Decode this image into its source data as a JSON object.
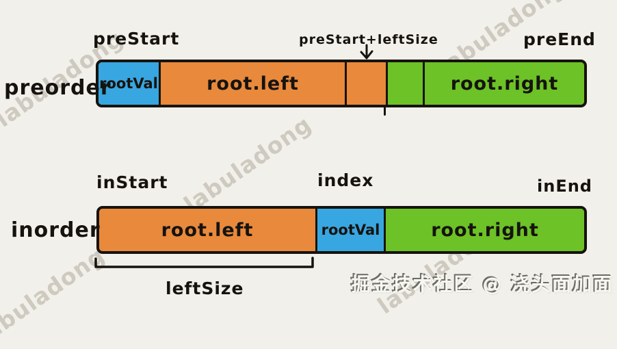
{
  "watermark": {
    "text": "labuladong"
  },
  "credit": {
    "text": "掘金技术社区 @ 浇头面加面"
  },
  "colors": {
    "background": "#f2f0ea",
    "blue": "#38a6e0",
    "orange": "#e8893c",
    "green": "#6cc226",
    "outline": "#16130f",
    "watermark": "#a8a092",
    "credit_fill": "#f8f7f1",
    "credit_shadow": "#6c6c66"
  },
  "preorder": {
    "row_label": "preorder",
    "pointer_labels": {
      "start": "preStart",
      "mid": "preStart+leftSize",
      "end": "preEnd"
    },
    "segments": [
      {
        "id": "root-val",
        "label": "rootVal",
        "color": "#38a6e0"
      },
      {
        "id": "left-subtree",
        "label": "root.left",
        "color": "#e8893c"
      },
      {
        "id": "left-last-cell",
        "label": "",
        "color": "#e8893c"
      },
      {
        "id": "right-first-cell",
        "label": "",
        "color": "#6cc226"
      },
      {
        "id": "right-subtree",
        "label": "root.right",
        "color": "#6cc226"
      }
    ]
  },
  "inorder": {
    "row_label": "inorder",
    "pointer_labels": {
      "start": "inStart",
      "mid": "index",
      "end": "inEnd"
    },
    "segments": [
      {
        "id": "left-subtree",
        "label": "root.left",
        "color": "#e8893c"
      },
      {
        "id": "root-val",
        "label": "rootVal",
        "color": "#38a6e0"
      },
      {
        "id": "right-subtree",
        "label": "root.right",
        "color": "#6cc226"
      }
    ],
    "measure_label": "leftSize"
  }
}
